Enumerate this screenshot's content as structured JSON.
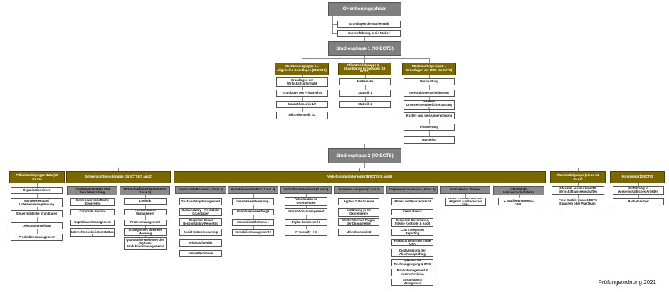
{
  "orientation": {
    "title": "Orientierungsphase",
    "items": [
      "Grundlagen der Mathematik",
      "Kurzeinführung in die Fächer"
    ]
  },
  "phase1": {
    "title": "Studienphase 1 (90 ECTS)",
    "groups": [
      {
        "title": "Pflichtmodulgruppe A – Allgemeine Grundlagen (36 ECTS)",
        "items": [
          "Grundlagen der Wirtschaftsinformatik",
          "Grundzüge des Privatrechts",
          "Makroökonomik 1/2",
          "Mikroökonomik 1/2"
        ]
      },
      {
        "title": "Pflichtmodulgruppe Q – Quantitative Grundlagen (18 ECTS)",
        "items": [
          "Mathematik",
          "Statistik 1",
          "Statistik 2"
        ]
      },
      {
        "title": "Pflichtmodulgruppe B – Grundlagen der BWL (36 ECTS)",
        "items": [
          "Buchhaltung",
          "Investitionsentscheidungen",
          "Externe Unternehmensberichterstattung I",
          "Kosten- und Leistungsrechnung",
          "Finanzierung",
          "Marketing"
        ]
      }
    ]
  },
  "phase2": {
    "title": "Studienphase 2 (90 ECTS)",
    "groups": [
      {
        "title": "Pflichtmodulgruppe BWL (30 ECTS)",
        "items": [
          "Organisationslehre",
          "Management und Unternehmensgründung",
          "Steuerrechtliche Grundlagen",
          "Leistungserstellung",
          "Produktionsmanagement"
        ]
      },
      {
        "title": "Schwerpunktmodulgruppe (24 ECTS) (1 aus 2)",
        "subgroups": [
          {
            "title": "Finanzmanagement und Berichterstattung",
            "items": [
              "Betriebswirtschaftliche Steuerlehre",
              "Corporate Finance",
              "Kapitalmarktmanagement",
              "Externe Unternehmensberichterstattung II"
            ]
          },
          {
            "title": "Wertschöpfungsmanagement (1 aus 5)",
            "items": [
              "Logistik",
              "Internationales Management",
              "Prozessmanagement",
              "Strategisches Business Modeling",
              "Quantitative Methoden des digitalen Produktionsmanagements"
            ]
          }
        ]
      },
      {
        "title": "Vertiefungsmodulgruppe (18 ECTS) (1 aus 6)",
        "subgroups": [
          {
            "title": "Sustainable Business (3 aus 6)",
            "items": [
              "Sustainability Management",
              "Sustainability – Rechtliche Grundlagen",
              "Corporate Social Responsibility Reporting",
              "Social Entrepreneurship",
              "Wirtschaftsethik",
              "Umweltökonomik"
            ]
          },
          {
            "title": "Immobilienwirtschaft (3 aus 4)",
            "items": [
              "Immobilienentwicklung I",
              "Immobilienbewertung I",
              "Immobilienökonomie I",
              "Immobilienmanagement I"
            ]
          },
          {
            "title": "Wirtschaftsinformatik (3 aus 4)",
            "items": [
              "Datenbanken im Unternehmen",
              "Informationsmanagement",
              "Digital Business I / II",
              "IT Security I / II"
            ]
          },
          {
            "title": "Business Analytics (3 aus 4)",
            "items": [
              "Applied Data Science",
              "Einführung in die Ökonometrie",
              "Weiterführende Fragen der Ökonometrie",
              "Mikroökonomik 3"
            ]
          },
          {
            "title": "Corporate Governance (3 aus 8)",
            "items": [
              "Aktien- und Konzernrecht",
              "Credit Basics",
              "Corporate Governance, Interne Kontrolle & Audit",
              "CSR / Integrated Reporting",
              "Financial Reporting in the USA",
              "Digitalisierung der Abschlussprüfung",
              "Spezifika der Rechnungslegung & IFRS",
              "Public Management & Interne Revision",
              "Sustainability Management"
            ]
          },
          {
            "title": "International Studies",
            "items": [
              "Bis zu 3 Module aus dem Angebot ausländischer Unis"
            ]
          },
          {
            "title": "Themen der Volkswirtschaftslehre",
            "items": [
              "Bis zu 3 Module aus der 2. Studienphase BSc. VWL"
            ]
          }
        ]
      },
      {
        "title": "Wahlmodulgruppe (bis zu 24 ECTS)",
        "items": [
          "3 Module aus der Fakultät Wirtschaftswissenschaften",
          "Freie Module (max. 6 ECTS Sprachen oder Praktikum)"
        ]
      },
      {
        "title": "Forschung (12 ECTS)",
        "items": [
          "Einführung in wissenschaftliches Arbeiten",
          "Bachelorarbeit"
        ]
      }
    ]
  },
  "footer": "Prüfungsordnung 2021",
  "colors": {
    "phase": "#7f7f7f",
    "group": "#7a6700",
    "subgroup": "#8a8a8a",
    "item": "#ffffff",
    "line": "#8c8c8c"
  }
}
